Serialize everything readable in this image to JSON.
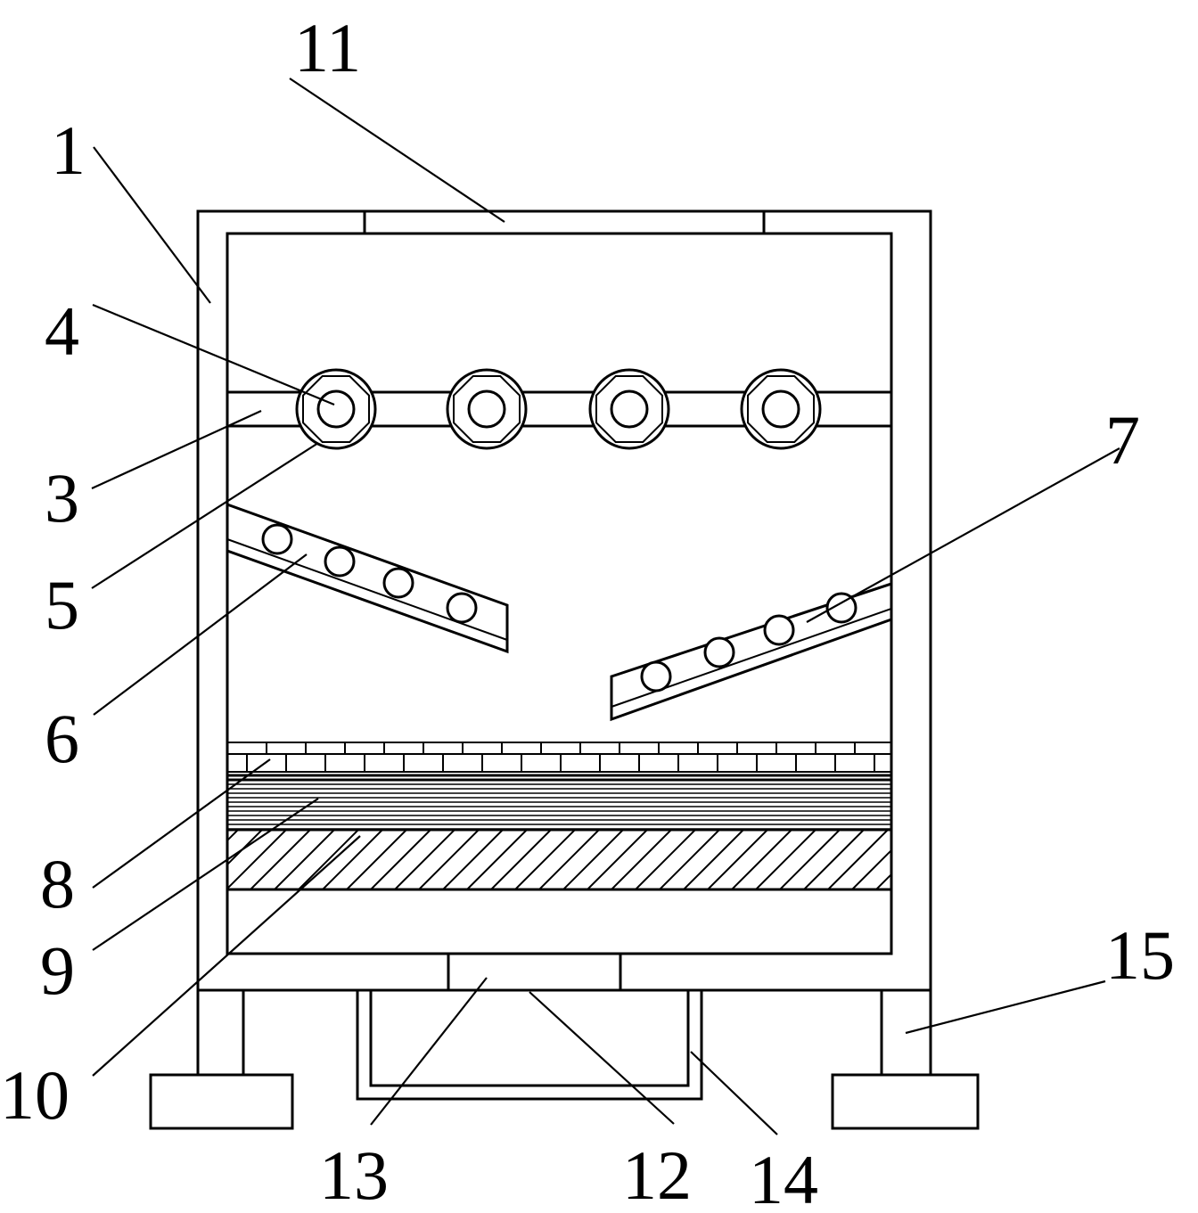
{
  "labels": {
    "l1": "1",
    "l3": "3",
    "l4": "4",
    "l5": "5",
    "l6": "6",
    "l7": "7",
    "l8": "8",
    "l9": "9",
    "l10": "10",
    "l11": "11",
    "l12": "12",
    "l13": "13",
    "l14": "14",
    "l15": "15"
  },
  "colors": {
    "line": "#000000",
    "background": "#ffffff"
  }
}
